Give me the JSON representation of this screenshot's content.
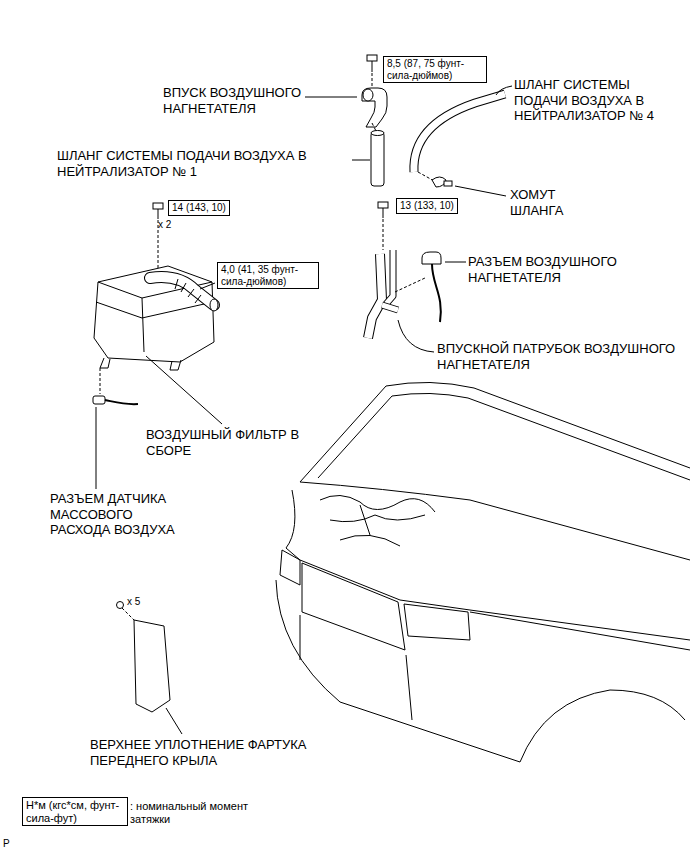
{
  "diagram": {
    "nodes": [
      {
        "text": [
          "8,5 (87, 75 фунт-сила-дюймов)"
        ]
      },
      {
        "text": [
          "14 (143, 10)"
        ]
      },
      {
        "text": [
          "13 (133, 10)"
        ]
      },
      {
        "text": [
          "4,0 (41, 35 фунт-сила-дюймов)"
        ]
      },
      {
        "text": [
          "Н*м (кгс*см, фунт-сила-фут)"
        ]
      }
    ],
    "labels": [
      "ВПУСК ВОЗДУШНОГО НАГНЕТАТЕЛЯ",
      "ШЛАНГ СИСТЕМЫ ПОДАЧИ ВОЗДУХА В НЕЙТРАЛИЗАТОР № 4",
      "ШЛАНГ СИСТЕМЫ ПОДАЧИ ВОЗДУХА В НЕЙТРАЛИЗАТОР № 1",
      "ХОМУТ ШЛАНГА",
      "x 2",
      "РАЗЪЕМ ВОЗДУШНОГО НАГНЕТАТЕЛЯ",
      "ВПУСКНОЙ ПАТРУБОК ВОЗДУШНОГО НАГНЕТАТЕЛЯ",
      "ВОЗДУШНЫЙ ФИЛЬТР В СБОРЕ",
      "РАЗЪЕМ ДАТЧИКА МАССОВОГО РАСХОДА ВОЗДУХА",
      "x 5",
      "ВЕРХНЕЕ УПЛОТНЕНИЕ ФАРТУКА ПЕРЕДНЕГО КРЫЛА",
      ": номинальный момент затяжки",
      "P"
    ]
  }
}
